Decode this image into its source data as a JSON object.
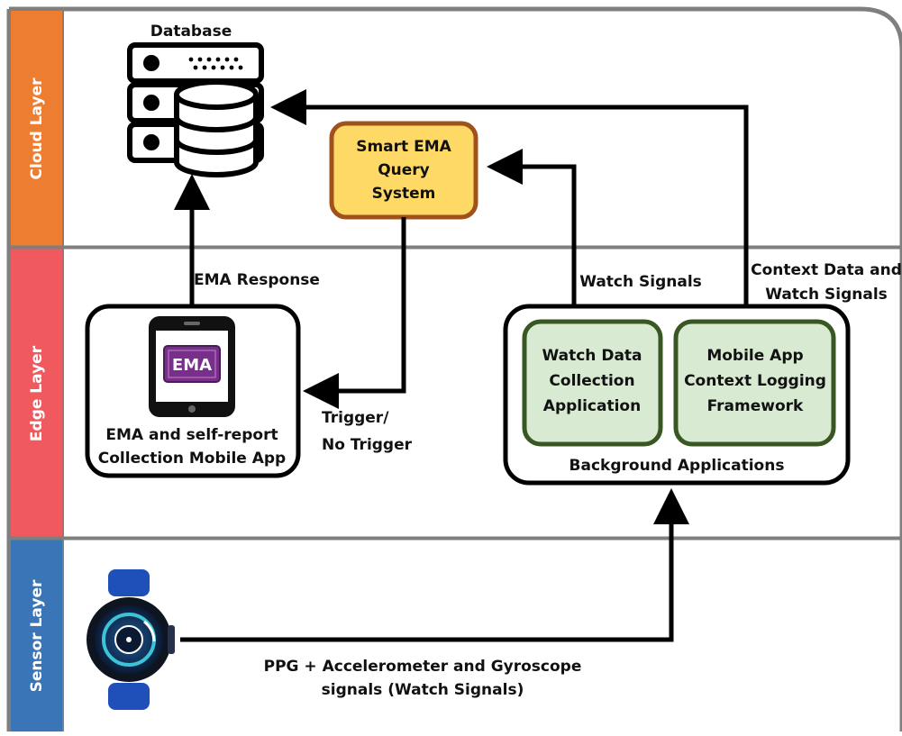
{
  "layers": {
    "cloud": "Cloud Layer",
    "edge": "Edge Layer",
    "sensor": "Sensor Layer"
  },
  "colors": {
    "cloud": "#ED7D31",
    "edge": "#F05A5E",
    "sensor": "#3A75B8",
    "smart_fill": "#FFD966",
    "smart_border": "#A0521D",
    "app_fill": "#D9EAD3",
    "app_border": "#385723",
    "ema_purple": "#7A2E8C"
  },
  "nodes": {
    "database": "Database",
    "smart_ema": [
      "Smart EMA",
      "Query",
      "System"
    ],
    "ema_icon_text": "EMA",
    "ema_app": [
      "EMA and self-report",
      "Collection Mobile App"
    ],
    "watch_app": [
      "Watch Data",
      "Collection",
      "Application"
    ],
    "context_app": [
      "Mobile App",
      "Context Logging",
      "Framework"
    ],
    "background": "Background Applications"
  },
  "edges": {
    "ema_response": "EMA Response",
    "watch_signals": "Watch Signals",
    "context_signals": [
      "Context Data and",
      "Watch Signals"
    ],
    "trigger": [
      "Trigger/",
      "No Trigger"
    ],
    "sensor_signals": [
      "PPG + Accelerometer and Gyroscope",
      "signals (Watch Signals)"
    ]
  },
  "icons": {
    "database": "database-server-icon",
    "phone": "smartphone-icon",
    "watch": "smartwatch-icon"
  }
}
